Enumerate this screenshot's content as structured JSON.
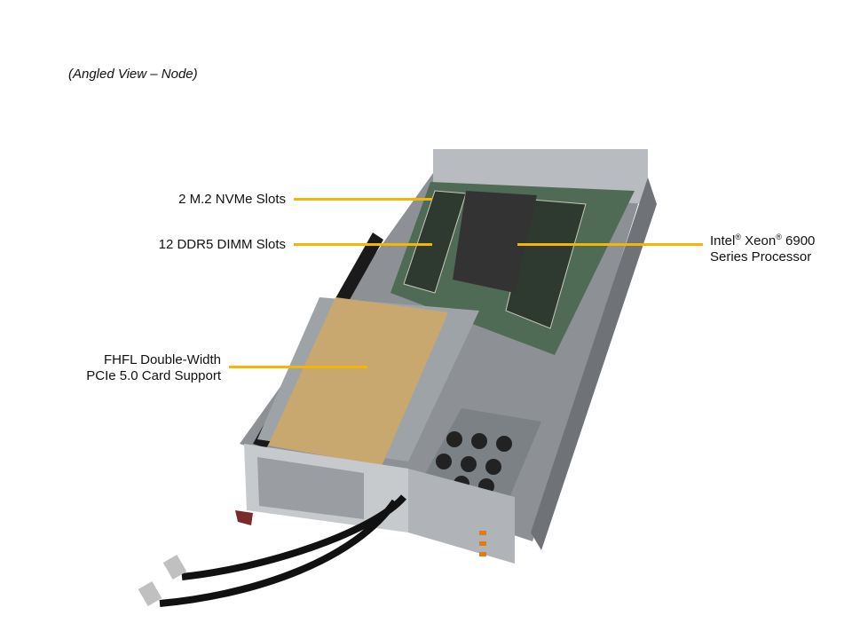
{
  "caption": "(Angled View – Node)",
  "callouts": {
    "nvme": "2 M.2 NVMe Slots",
    "dimm": "12 DDR5 DIMM Slots",
    "pcie_line1": "FHFL Double-Width",
    "pcie_line2": "PCIe 5.0 Card Support",
    "cpu_intel": "Intel",
    "cpu_reg": "®",
    "cpu_xeon": " Xeon",
    "cpu_model": " 6900",
    "cpu_line2": "Series Processor"
  },
  "colors": {
    "callout_line": "#f2b705",
    "card": "#c9a870"
  }
}
